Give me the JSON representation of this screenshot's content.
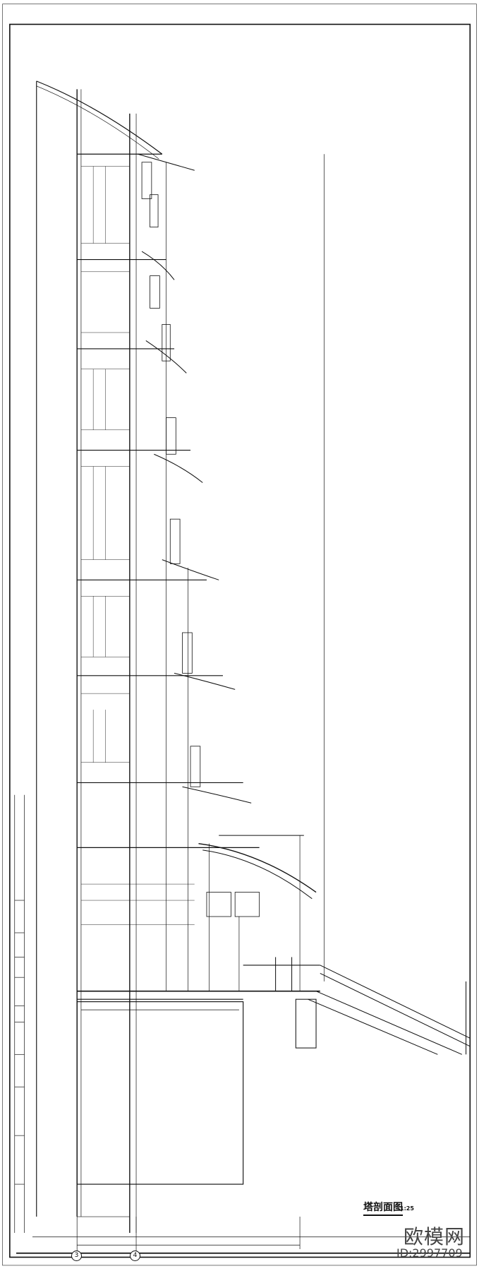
{
  "drawing": {
    "title": "塔剖面图",
    "scale": "1:25",
    "grid_axes": [
      "3",
      "4"
    ]
  },
  "watermark": {
    "brand": "欧模网",
    "id": "ID:2997709"
  },
  "colors": {
    "line": "#111111",
    "watermark": "#cfcfcf"
  }
}
